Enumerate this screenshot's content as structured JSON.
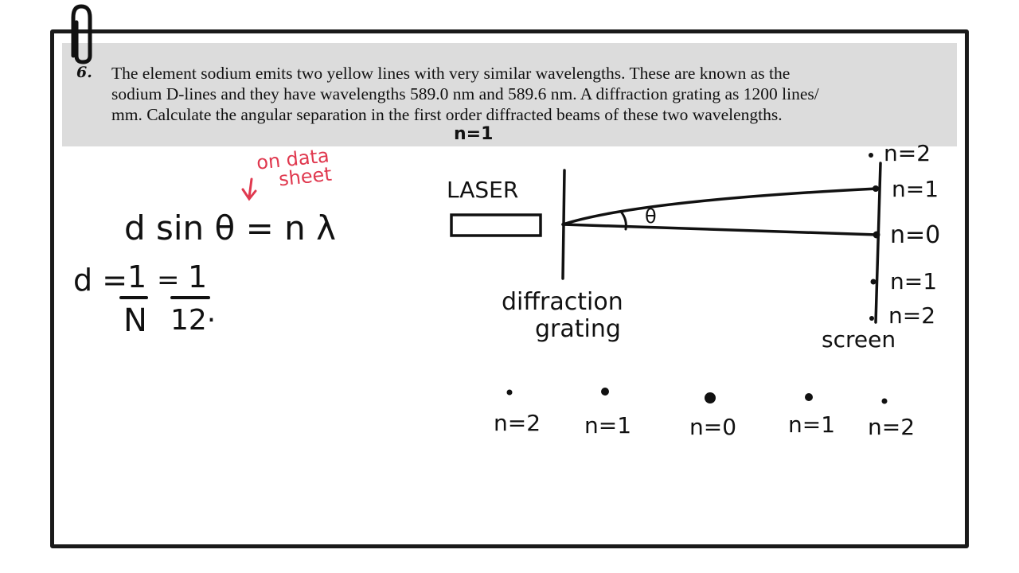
{
  "question": {
    "number": "6.",
    "lines": [
      "The element sodium emits two yellow lines with very similar wavelengths. These are known as the",
      "sodium D-lines and they have wavelengths 589.0 nm and 589.6 nm. A diffraction grating as 1200 lines/",
      "mm. Calculate the angular separation in the first order diffracted beams of these two wavelengths."
    ]
  },
  "annotations": {
    "over_first_order": "n=1",
    "note_line1": "on data",
    "note_line2": "sheet",
    "equation": "d sin θ = n λ",
    "d_eq": "d =",
    "frac1_num": "1",
    "frac1_den": "N",
    "equals2": "=",
    "frac2_num": "1",
    "frac2_den": "12·"
  },
  "diagram": {
    "laser_label": "LASER",
    "angle_label": "θ",
    "grating_label_line1": "diffraction",
    "grating_label_line2": "grating",
    "screen_label": "screen",
    "screen_orders": [
      "n=2",
      "n=1",
      "n=0",
      "n=1",
      "n=2"
    ]
  },
  "spot_pattern": {
    "labels": [
      "n=2",
      "n=1",
      "n=0",
      "n=1",
      "n=2"
    ]
  },
  "colors": {
    "ink": "#111111",
    "note_red": "#e0394f",
    "strip_gray": "#dcdcdc",
    "frame": "#1a1a1a"
  }
}
